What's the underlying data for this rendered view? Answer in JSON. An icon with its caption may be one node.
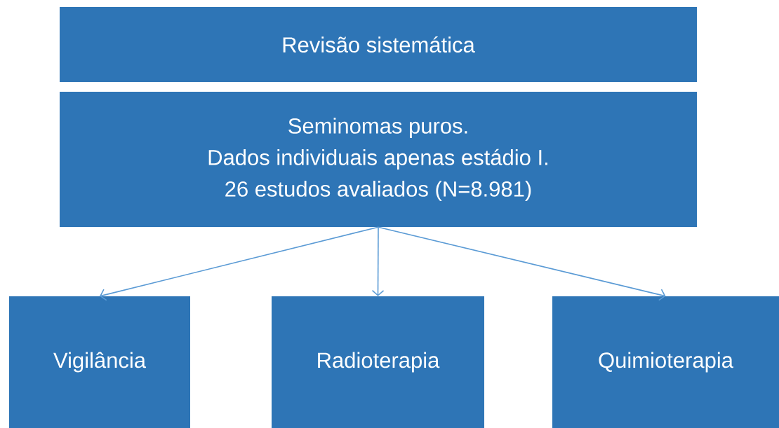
{
  "diagram": {
    "nodes": [
      {
        "text": [
          "Revisão sistemática"
        ]
      },
      {
        "text": [
          "Seminomas puros.",
          "Dados individuais apenas estádio I.",
          "26 estudos avaliados (N=8.981)"
        ]
      },
      {
        "text": [
          "Vigilância"
        ]
      },
      {
        "text": [
          "Radioterapia"
        ]
      },
      {
        "text": [
          "Quimioterapia"
        ]
      }
    ],
    "edges": [
      {
        "from": 1,
        "to": 2,
        "arrow": "to"
      },
      {
        "from": 1,
        "to": 3,
        "arrow": "to"
      },
      {
        "from": 1,
        "to": 4,
        "arrow": "to"
      }
    ]
  }
}
